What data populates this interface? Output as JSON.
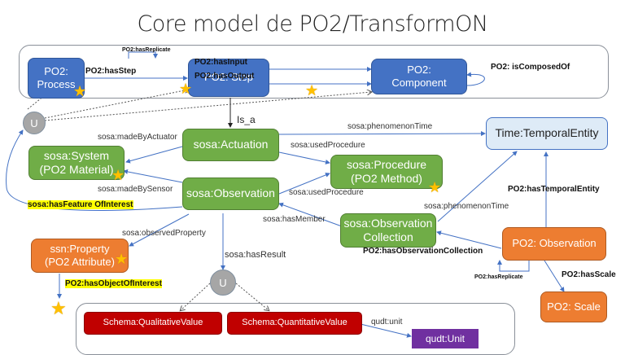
{
  "title": "Core model de PO2/TransformON",
  "nodes": {
    "process": "PO2: Process",
    "step": "PO2: Step",
    "component_l1": "PO2:",
    "component_l2": "Component",
    "actuation": "sosa:Actuation",
    "system_l1": "sosa:System",
    "system_l2": "(PO2 Material)",
    "observation": "sosa:Observation",
    "procedure_l1": "sosa:Procedure",
    "procedure_l2": "(PO2 Method)",
    "temporal": "Time:TemporalEntity",
    "obs_collection_l1": "sosa:Observation",
    "obs_collection_l2": "Collection",
    "po2_observation": "PO2: Observation",
    "scale": "PO2: Scale",
    "property_l1": "ssn:Property",
    "property_l2": "(PO2 Attribute)",
    "qualitative": "Schema:QualitativeValue",
    "quantitative": "Schema:QuantitativeValue",
    "unit": "qudt:Unit",
    "union_top": "U",
    "union_bottom": "U"
  },
  "edges": {
    "has_replicate_step": "PO2:hasReplicate",
    "has_step": "PO2:hasStep",
    "has_input": "PO2:hasInput",
    "has_output": "PO2:hasOutput",
    "is_composed_of": "PO2: isComposedOf",
    "is_a": "Is_a",
    "made_by_actuator": "sosa:madeByActuator",
    "phenomenon_time_1": "sosa:phenomenonTime",
    "used_procedure_1": "sosa:usedProcedure",
    "made_by_sensor": "sosa:madeBySensor",
    "used_procedure_2": "sosa:usedProcedure",
    "has_feature_of_interest": "sosa:hasFeature OfInterest",
    "has_temporal_entity": "PO2:hasTemporalEntity",
    "phenomenon_time_2": "sosa:phenomenonTime",
    "has_member": "sosa:hasMember",
    "observed_property": "sosa:observedProperty",
    "has_observation_collection": "PO2:hasObservationCollection",
    "has_result": "sosa:hasResult",
    "has_replicate_obs": "PO2:hasReplicate",
    "has_scale": "PO2:hasScale",
    "has_object_of_interest": "PO2:hasObjectOfInterest",
    "qudt_unit": "qudt:unit"
  },
  "colors": {
    "po2_blue": "#4472c4",
    "sosa_green": "#70ad47",
    "po2_orange": "#ed7d31",
    "schema_red": "#c00000",
    "qudt_purple": "#7030a0",
    "time_light": "#deebf7",
    "star": "#ffc000",
    "highlight": "#ffff00"
  }
}
